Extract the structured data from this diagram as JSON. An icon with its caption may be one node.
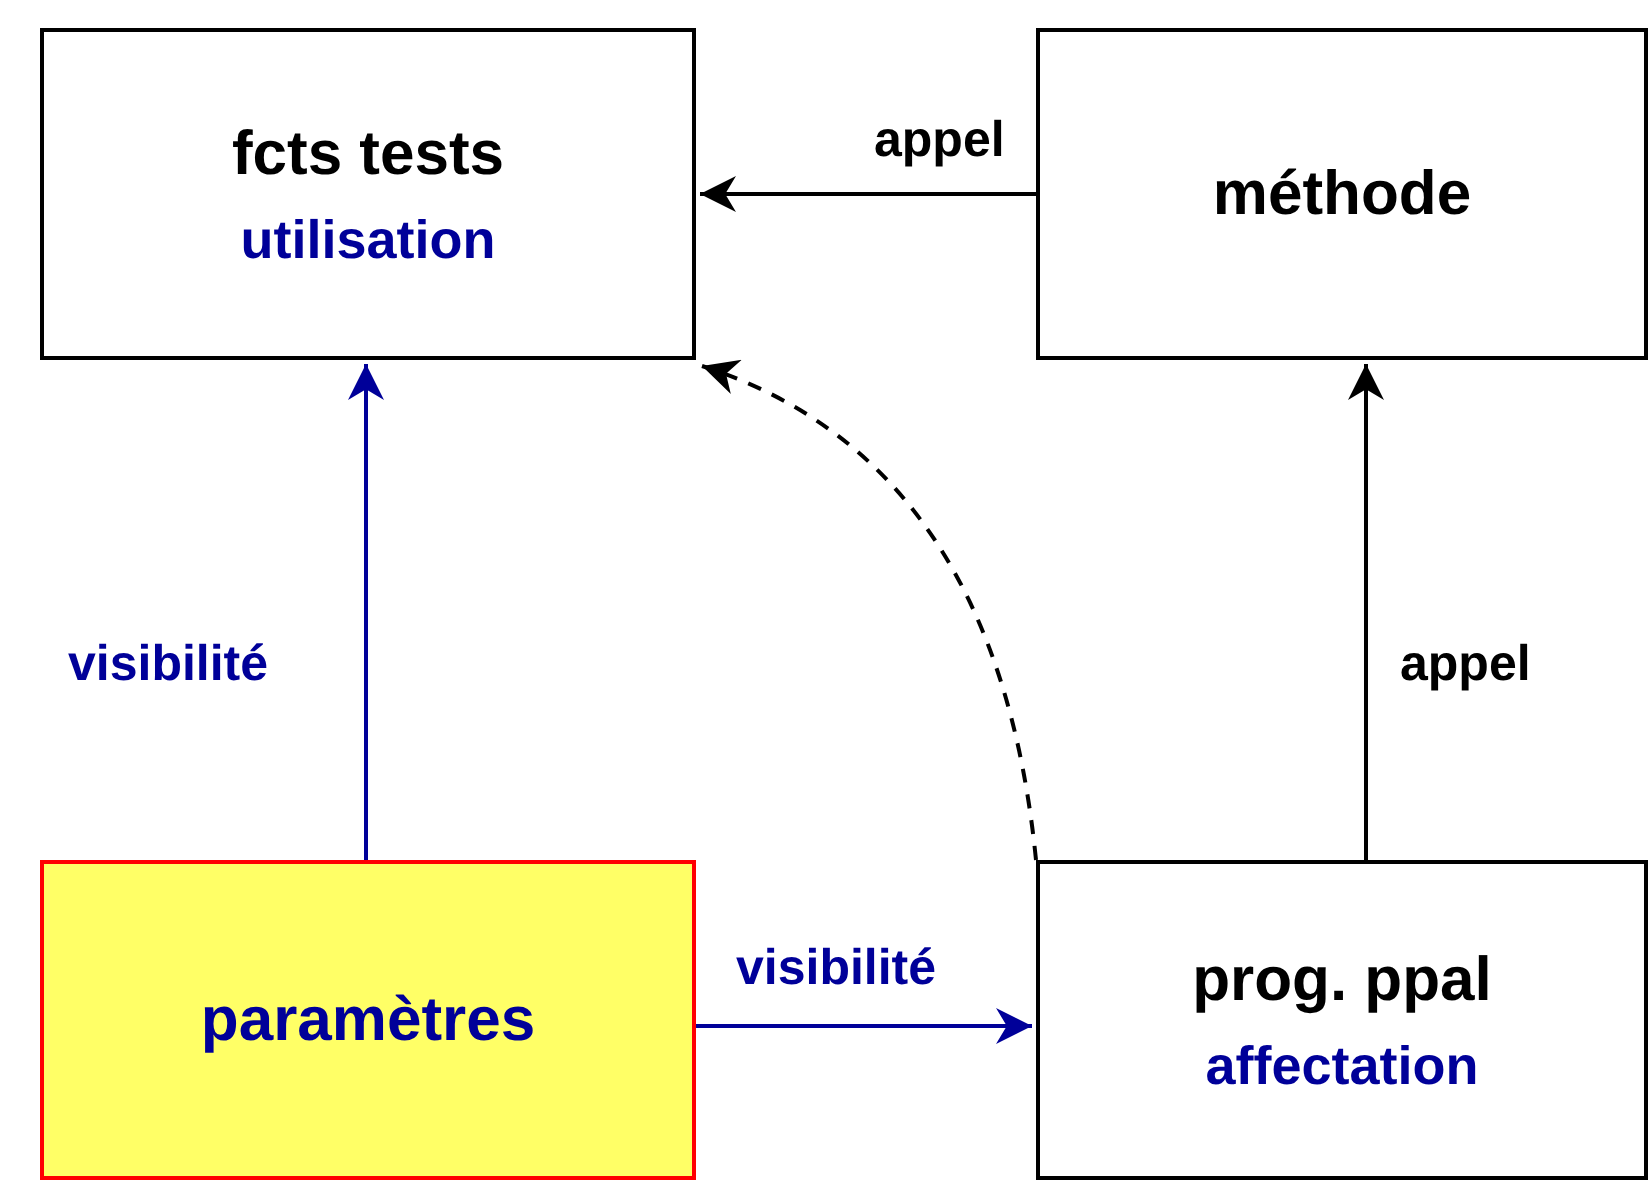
{
  "diagram": {
    "nodes": [
      {
        "text": [
          "fcts tests",
          "utilisation"
        ]
      },
      {
        "text": [
          "méthode"
        ]
      },
      {
        "text": [
          "paramètres"
        ]
      },
      {
        "text": [
          "prog. ppal",
          "affectation"
        ]
      }
    ],
    "edges": [
      {
        "from": 1,
        "to": 0,
        "arrow": "to",
        "label": "appel"
      },
      {
        "from": 2,
        "to": 0,
        "arrow": "to",
        "label": "visibilité",
        "color": "#000099"
      },
      {
        "from": 2,
        "to": 3,
        "arrow": "to",
        "label": "visibilité",
        "color": "#000099"
      },
      {
        "from": 3,
        "to": 1,
        "arrow": "to",
        "label": "appel"
      },
      {
        "from": 3,
        "to": 0,
        "arrow": "to",
        "style": "dashed"
      }
    ]
  }
}
